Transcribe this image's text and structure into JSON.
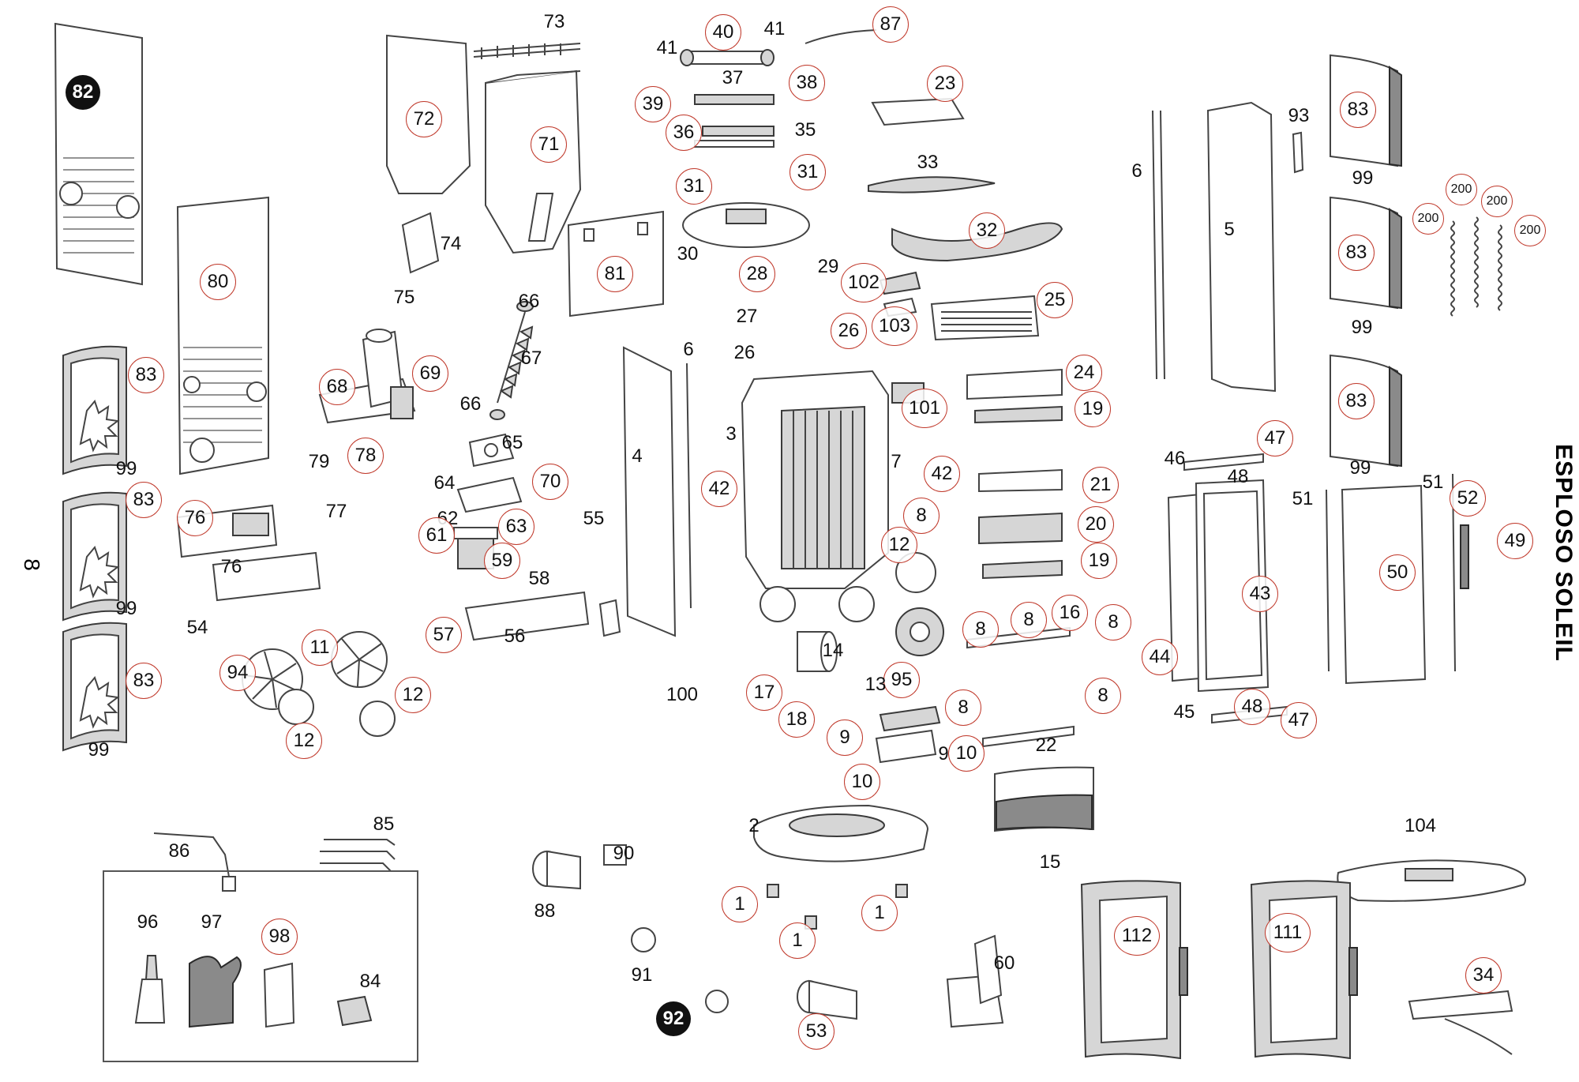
{
  "title": "ESPLOSO SOLEIL",
  "side_mark": "8",
  "accent_color": "#c0392b",
  "labels": [
    {
      "id": "p82",
      "text": "82",
      "style": "filled"
    },
    {
      "id": "p80",
      "text": "80"
    },
    {
      "id": "p83a",
      "text": "83"
    },
    {
      "id": "p99a",
      "text": "99",
      "style": "plain"
    },
    {
      "id": "p83b",
      "text": "83"
    },
    {
      "id": "p99b",
      "text": "99",
      "style": "plain"
    },
    {
      "id": "p83c",
      "text": "83"
    },
    {
      "id": "p99c",
      "text": "99",
      "style": "plain"
    },
    {
      "id": "p72",
      "text": "72"
    },
    {
      "id": "p71",
      "text": "71"
    },
    {
      "id": "p73",
      "text": "73",
      "style": "plain"
    },
    {
      "id": "p74",
      "text": "74",
      "style": "plain"
    },
    {
      "id": "p75",
      "text": "75",
      "style": "plain"
    },
    {
      "id": "p68",
      "text": "68",
      "style": "gray"
    },
    {
      "id": "p69",
      "text": "69"
    },
    {
      "id": "p81",
      "text": "81"
    },
    {
      "id": "p66a",
      "text": "66",
      "style": "plain"
    },
    {
      "id": "p67",
      "text": "67",
      "style": "plain"
    },
    {
      "id": "p66b",
      "text": "66",
      "style": "plain"
    },
    {
      "id": "p65",
      "text": "65",
      "style": "plain"
    },
    {
      "id": "p79",
      "text": "79",
      "style": "plain"
    },
    {
      "id": "p78",
      "text": "78"
    },
    {
      "id": "p77",
      "text": "77",
      "style": "plain"
    },
    {
      "id": "p76a",
      "text": "76"
    },
    {
      "id": "p76b",
      "text": "76",
      "style": "plain"
    },
    {
      "id": "p64",
      "text": "64",
      "style": "plain"
    },
    {
      "id": "p70",
      "text": "70"
    },
    {
      "id": "p62",
      "text": "62",
      "style": "plain"
    },
    {
      "id": "p63",
      "text": "63"
    },
    {
      "id": "p61",
      "text": "61"
    },
    {
      "id": "p59",
      "text": "59"
    },
    {
      "id": "p58",
      "text": "58",
      "style": "plain"
    },
    {
      "id": "p55",
      "text": "55",
      "style": "plain"
    },
    {
      "id": "p54",
      "text": "54",
      "style": "plain"
    },
    {
      "id": "p94",
      "text": "94"
    },
    {
      "id": "p11",
      "text": "11"
    },
    {
      "id": "p57",
      "text": "57"
    },
    {
      "id": "p56",
      "text": "56",
      "style": "plain"
    },
    {
      "id": "p12a",
      "text": "12"
    },
    {
      "id": "p12b",
      "text": "12"
    },
    {
      "id": "p86",
      "text": "86",
      "style": "plain"
    },
    {
      "id": "p85",
      "text": "85",
      "style": "plain"
    },
    {
      "id": "p96",
      "text": "96",
      "style": "plain"
    },
    {
      "id": "p97",
      "text": "97",
      "style": "plain"
    },
    {
      "id": "p98",
      "text": "98"
    },
    {
      "id": "p84",
      "text": "84",
      "style": "plain"
    },
    {
      "id": "p40",
      "text": "40"
    },
    {
      "id": "p41a",
      "text": "41",
      "style": "plain"
    },
    {
      "id": "p41b",
      "text": "41",
      "style": "plain"
    },
    {
      "id": "p87",
      "text": "87"
    },
    {
      "id": "p37",
      "text": "37",
      "style": "plain"
    },
    {
      "id": "p39",
      "text": "39"
    },
    {
      "id": "p38",
      "text": "38"
    },
    {
      "id": "p36",
      "text": "36"
    },
    {
      "id": "p35",
      "text": "35",
      "style": "plain"
    },
    {
      "id": "p31a",
      "text": "31"
    },
    {
      "id": "p31b",
      "text": "31"
    },
    {
      "id": "p30",
      "text": "30",
      "style": "plain"
    },
    {
      "id": "p23",
      "text": "23"
    },
    {
      "id": "p33",
      "text": "33",
      "style": "plain"
    },
    {
      "id": "p32",
      "text": "32"
    },
    {
      "id": "p28",
      "text": "28"
    },
    {
      "id": "p29",
      "text": "29",
      "style": "plain"
    },
    {
      "id": "p102",
      "text": "102"
    },
    {
      "id": "p103",
      "text": "103"
    },
    {
      "id": "p25",
      "text": "25"
    },
    {
      "id": "p27",
      "text": "27",
      "style": "plain"
    },
    {
      "id": "p26a",
      "text": "26",
      "style": "plain"
    },
    {
      "id": "p26b",
      "text": "26"
    },
    {
      "id": "p6a",
      "text": "6",
      "style": "plain"
    },
    {
      "id": "p4",
      "text": "4",
      "style": "plain"
    },
    {
      "id": "p3",
      "text": "3",
      "style": "plain"
    },
    {
      "id": "p42a",
      "text": "42"
    },
    {
      "id": "p101",
      "text": "101"
    },
    {
      "id": "p24",
      "text": "24"
    },
    {
      "id": "p19a",
      "text": "19"
    },
    {
      "id": "p7",
      "text": "7",
      "style": "plain"
    },
    {
      "id": "p42b",
      "text": "42"
    },
    {
      "id": "p8a",
      "text": "8"
    },
    {
      "id": "p21",
      "text": "21"
    },
    {
      "id": "p20",
      "text": "20"
    },
    {
      "id": "p19b",
      "text": "19"
    },
    {
      "id": "p12c",
      "text": "12"
    },
    {
      "id": "p8b",
      "text": "8"
    },
    {
      "id": "p8c",
      "text": "8"
    },
    {
      "id": "p16",
      "text": "16"
    },
    {
      "id": "p8d",
      "text": "8"
    },
    {
      "id": "p14",
      "text": "14",
      "style": "plain"
    },
    {
      "id": "p95",
      "text": "95"
    },
    {
      "id": "p13",
      "text": "13",
      "style": "plain"
    },
    {
      "id": "p100",
      "text": "100",
      "style": "plain"
    },
    {
      "id": "p17",
      "text": "17"
    },
    {
      "id": "p18",
      "text": "18"
    },
    {
      "id": "p8e",
      "text": "8"
    },
    {
      "id": "p8f",
      "text": "8"
    },
    {
      "id": "p9a",
      "text": "9"
    },
    {
      "id": "p9b",
      "text": "9",
      "style": "plain"
    },
    {
      "id": "p10a",
      "text": "10"
    },
    {
      "id": "p10b",
      "text": "10"
    },
    {
      "id": "p22",
      "text": "22",
      "style": "plain"
    },
    {
      "id": "p6b",
      "text": "6",
      "style": "plain"
    },
    {
      "id": "p5",
      "text": "5",
      "style": "plain"
    },
    {
      "id": "p93",
      "text": "93",
      "style": "plain"
    },
    {
      "id": "p83d",
      "text": "83"
    },
    {
      "id": "p99d",
      "text": "99",
      "style": "plain"
    },
    {
      "id": "p83e",
      "text": "83"
    },
    {
      "id": "p99e",
      "text": "99",
      "style": "plain"
    },
    {
      "id": "p83f",
      "text": "83"
    },
    {
      "id": "p99f",
      "text": "99",
      "style": "plain"
    },
    {
      "id": "p200a",
      "text": "200",
      "style": "small"
    },
    {
      "id": "p200b",
      "text": "200",
      "style": "small"
    },
    {
      "id": "p200c",
      "text": "200",
      "style": "small"
    },
    {
      "id": "p200d",
      "text": "200",
      "style": "small"
    },
    {
      "id": "p47a",
      "text": "47"
    },
    {
      "id": "p46",
      "text": "46",
      "style": "plain"
    },
    {
      "id": "p48a",
      "text": "48",
      "style": "plain"
    },
    {
      "id": "p51a",
      "text": "51",
      "style": "plain"
    },
    {
      "id": "p51b",
      "text": "51",
      "style": "plain"
    },
    {
      "id": "p52",
      "text": "52"
    },
    {
      "id": "p49",
      "text": "49"
    },
    {
      "id": "p50",
      "text": "50"
    },
    {
      "id": "p43",
      "text": "43"
    },
    {
      "id": "p44",
      "text": "44"
    },
    {
      "id": "p45",
      "text": "45",
      "style": "plain"
    },
    {
      "id": "p48b",
      "text": "48"
    },
    {
      "id": "p47b",
      "text": "47"
    },
    {
      "id": "p2",
      "text": "2",
      "style": "plain"
    },
    {
      "id": "p1a",
      "text": "1"
    },
    {
      "id": "p1b",
      "text": "1"
    },
    {
      "id": "p1c",
      "text": "1"
    },
    {
      "id": "p15",
      "text": "15",
      "style": "plain"
    },
    {
      "id": "p104",
      "text": "104",
      "style": "plain"
    },
    {
      "id": "p90",
      "text": "90",
      "style": "plain"
    },
    {
      "id": "p88",
      "text": "88",
      "style": "plain"
    },
    {
      "id": "p91",
      "text": "91",
      "style": "plain"
    },
    {
      "id": "p92",
      "text": "92",
      "style": "filled"
    },
    {
      "id": "p53",
      "text": "53"
    },
    {
      "id": "p60",
      "text": "60",
      "style": "plain"
    },
    {
      "id": "p112",
      "text": "112"
    },
    {
      "id": "p111",
      "text": "111"
    },
    {
      "id": "p34",
      "text": "34"
    }
  ]
}
